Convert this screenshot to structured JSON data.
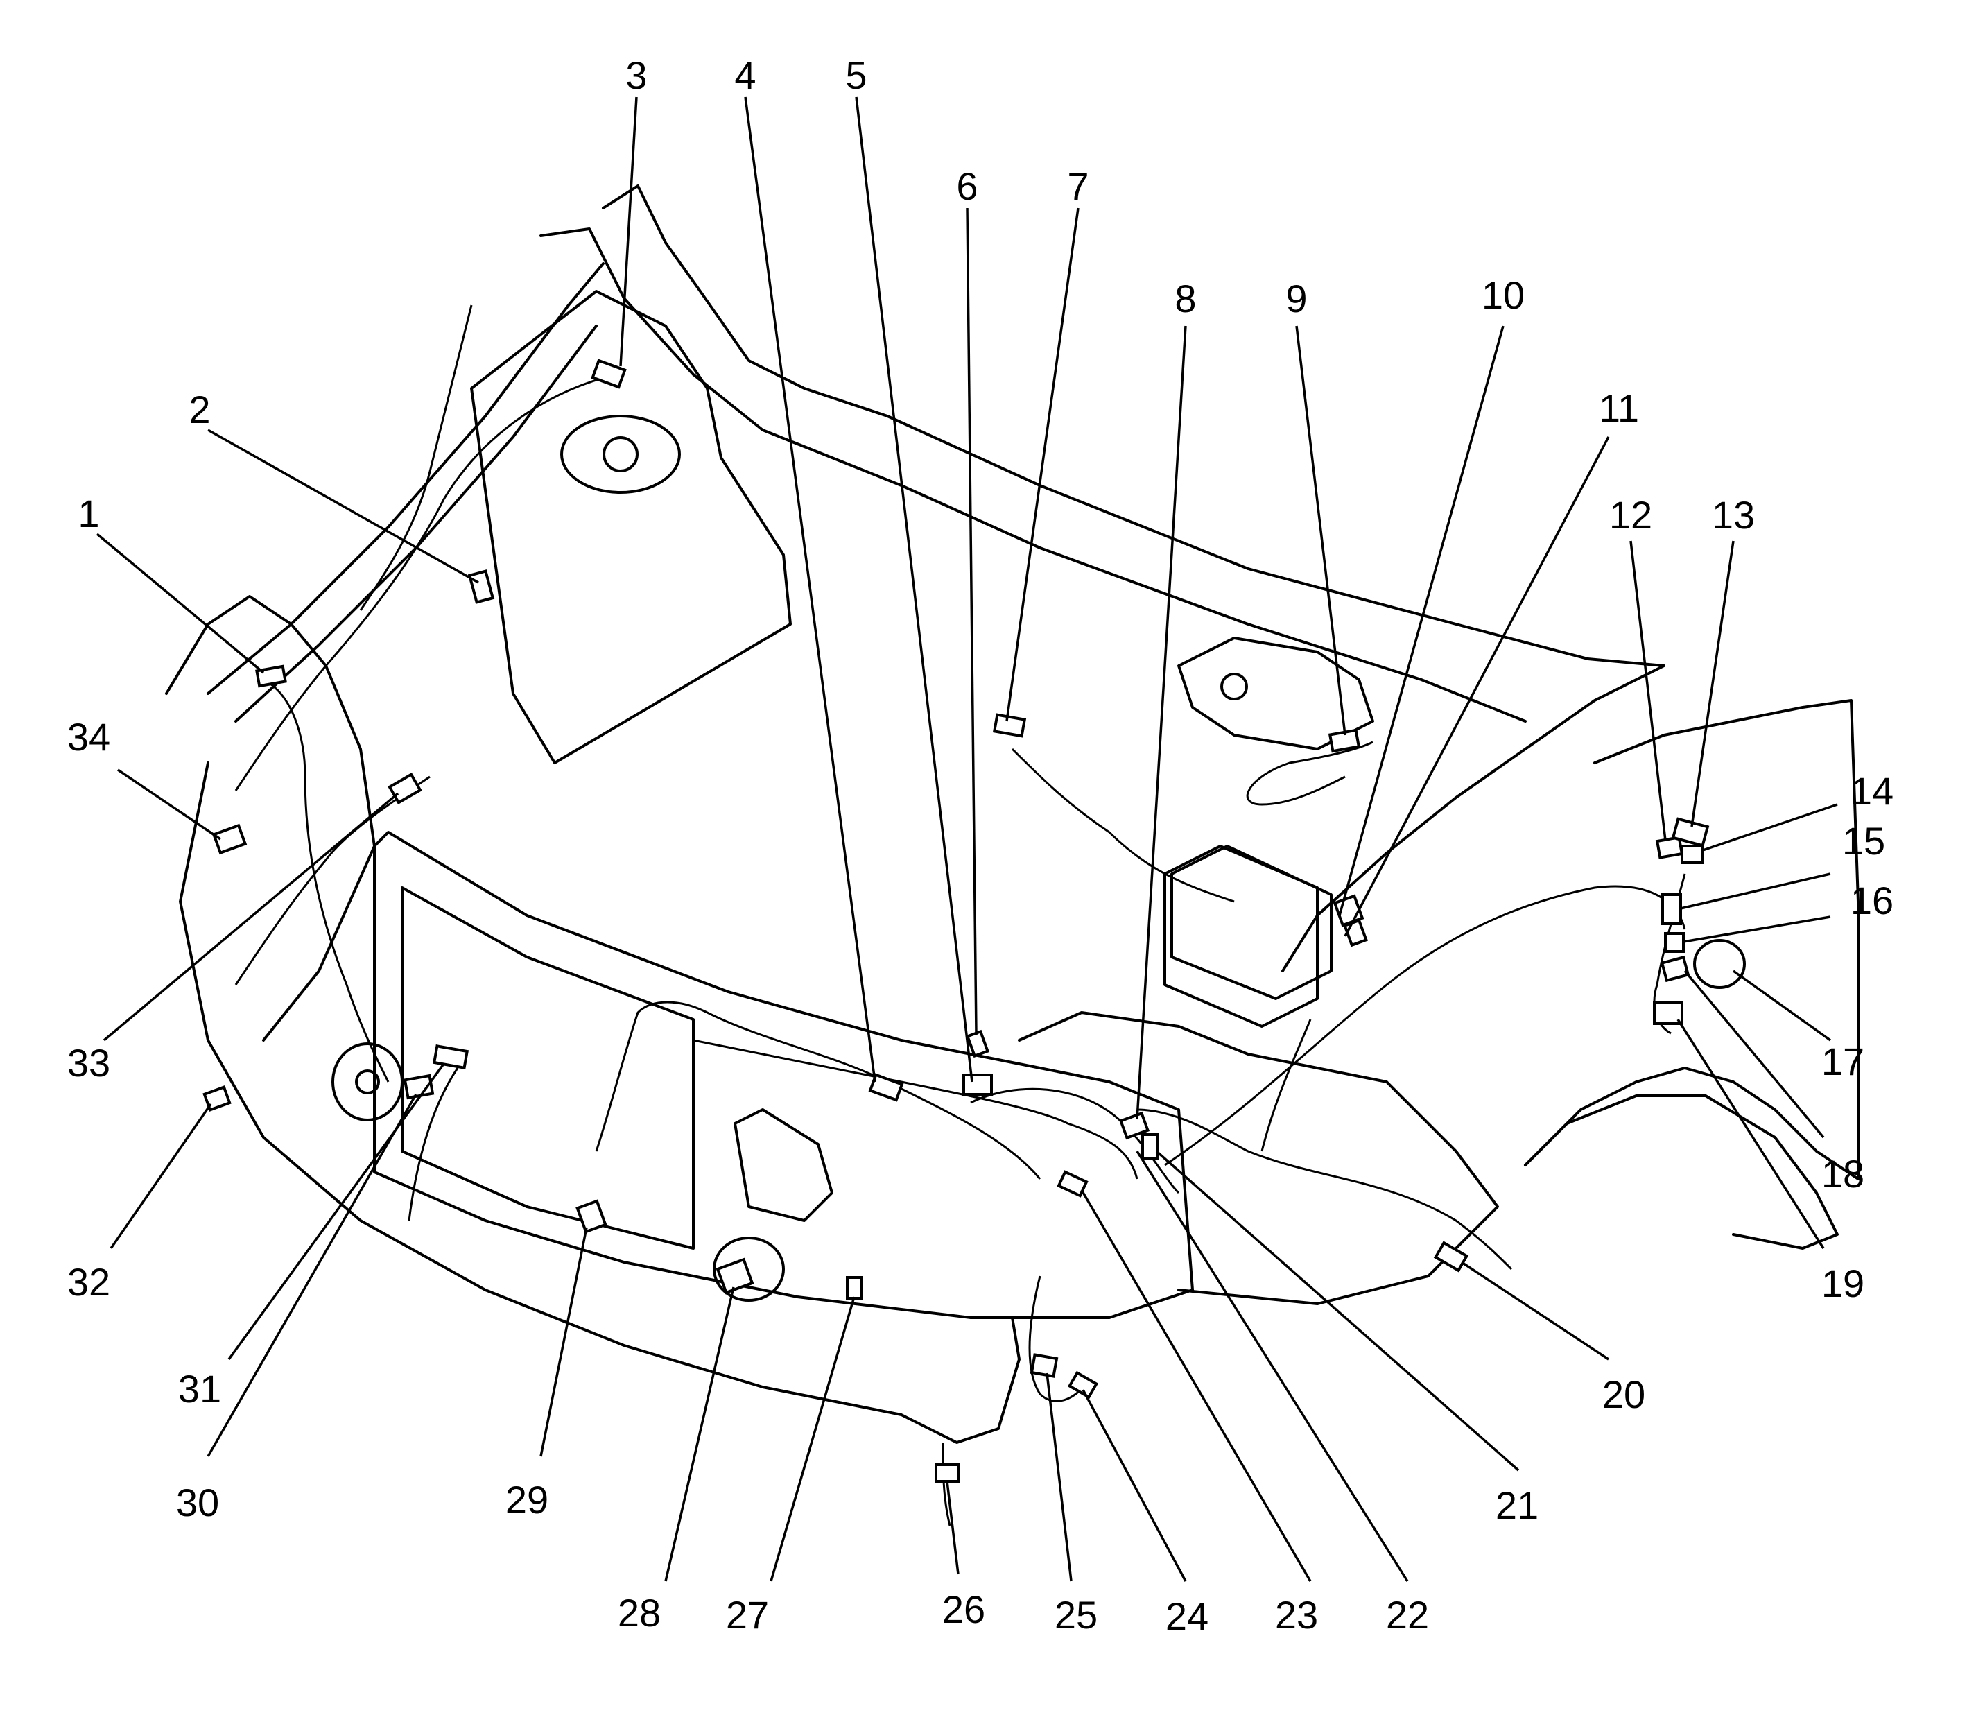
{
  "diagram": {
    "colors": {
      "line": "#000000",
      "background": "#ffffff"
    },
    "callouts": [
      {
        "label": "1"
      },
      {
        "label": "2"
      },
      {
        "label": "3"
      },
      {
        "label": "4"
      },
      {
        "label": "5"
      },
      {
        "label": "6"
      },
      {
        "label": "7"
      },
      {
        "label": "8"
      },
      {
        "label": "9"
      },
      {
        "label": "10"
      },
      {
        "label": "11"
      },
      {
        "label": "12"
      },
      {
        "label": "13"
      },
      {
        "label": "14"
      },
      {
        "label": "15"
      },
      {
        "label": "16"
      },
      {
        "label": "17"
      },
      {
        "label": "18"
      },
      {
        "label": "19"
      },
      {
        "label": "20"
      },
      {
        "label": "21"
      },
      {
        "label": "22"
      },
      {
        "label": "23"
      },
      {
        "label": "24"
      },
      {
        "label": "25"
      },
      {
        "label": "26"
      },
      {
        "label": "27"
      },
      {
        "label": "28"
      },
      {
        "label": "29"
      },
      {
        "label": "30"
      },
      {
        "label": "31"
      },
      {
        "label": "32"
      },
      {
        "label": "33"
      },
      {
        "label": "34"
      }
    ]
  }
}
